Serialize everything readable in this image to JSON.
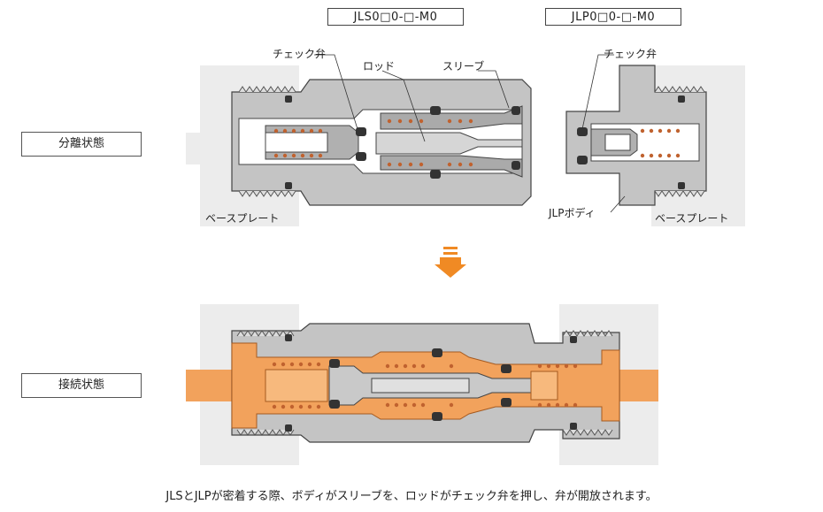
{
  "header": {
    "model_jls": "JLS0□0-□-M0",
    "model_jlp": "JLP0□0-□-M0"
  },
  "states": {
    "separated": "分離状態",
    "connected": "接続状態"
  },
  "labels": {
    "check_valve_left": "チェック弁",
    "rod": "ロッド",
    "sleeve": "スリーブ",
    "check_valve_right": "チェック弁",
    "jlp_body": "JLPボディ",
    "base_plate_left": "ベースプレート",
    "base_plate_right": "ベースプレート"
  },
  "caption": "JLSとJLPが密着する際、ボディがスリーブを、ロッドがチェック弁を押し、弁が開放されます。",
  "colors": {
    "plate": "#ececec",
    "metal": "#bdbdbd",
    "metal_dark": "#8c8c8c",
    "seal": "#333333",
    "spring": "#c0622f",
    "fluid": "#f2a25c",
    "arrow": "#f08a24"
  }
}
